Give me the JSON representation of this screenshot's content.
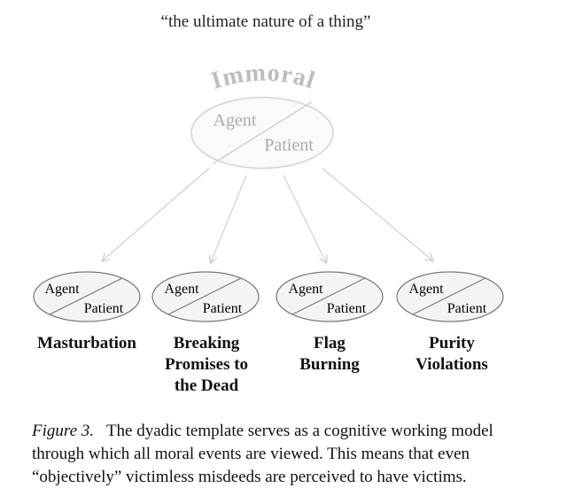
{
  "quote": "“the ultimate nature of a thing”",
  "top_node": {
    "arc_label": "Immoral",
    "agent": "Agent",
    "patient": "Patient"
  },
  "bottom_nodes": [
    {
      "agent": "Agent",
      "patient": "Patient",
      "label": "Masturbation"
    },
    {
      "agent": "Agent",
      "patient": "Patient",
      "label": "Breaking\nPromises to\nthe Dead"
    },
    {
      "agent": "Agent",
      "patient": "Patient",
      "label": "Flag\nBurning"
    },
    {
      "agent": "Agent",
      "patient": "Patient",
      "label": "Purity\nViolations"
    }
  ],
  "caption": {
    "figure": "Figure 3.",
    "text": "The dyadic template serves as a cognitive working model through which all moral events are viewed. This means that even “objectively” victimless misdeeds are perceived to have victims."
  }
}
